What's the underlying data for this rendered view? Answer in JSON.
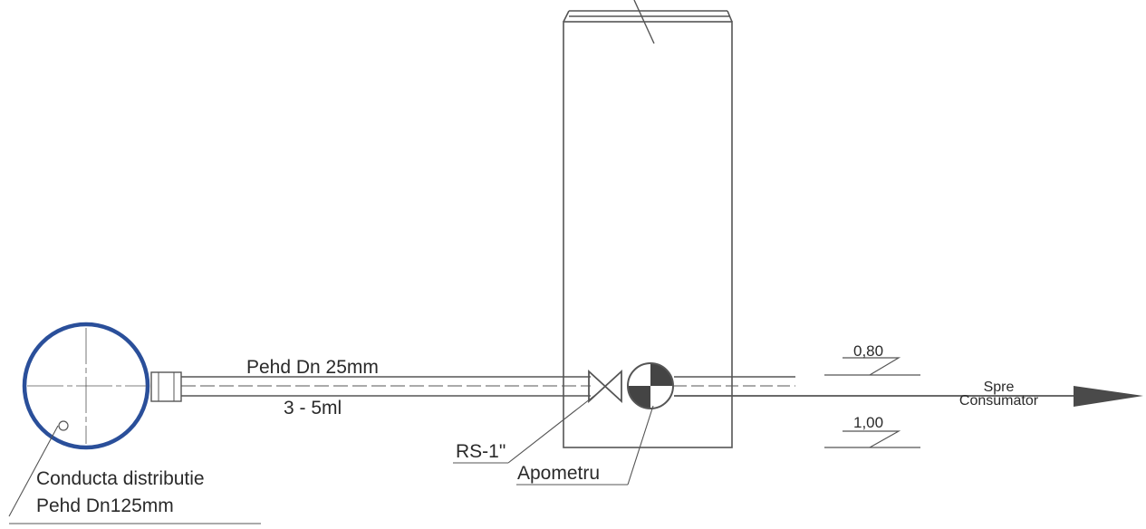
{
  "pipe_label": "Pehd Dn 25mm",
  "length_label": "3 - 5ml",
  "valve_label": "RS-1\"",
  "meter_label": "Apometru",
  "main_pipe_label_line1": "Conducta distributie",
  "main_pipe_label_line2": "Pehd Dn125mm",
  "elevation_top": "0,80",
  "elevation_bottom": "1,00",
  "direction_line1": "Spre",
  "direction_line2": "Consumator",
  "colors": {
    "line": "#555555",
    "main_pipe_ring": "#2a4f9a",
    "meter_fill": "#444444",
    "arrow_fill": "#4a4a4a"
  }
}
